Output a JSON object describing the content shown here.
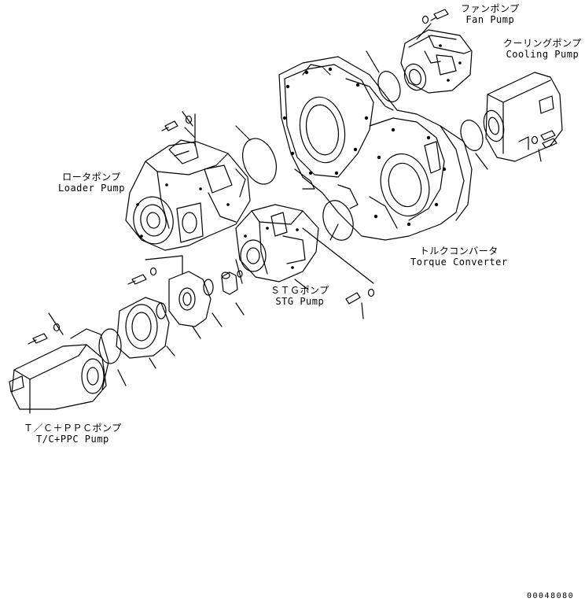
{
  "labels": {
    "fan_pump": {
      "jp": "ファンポンプ",
      "en": "Fan Pump"
    },
    "cooling_pump": {
      "jp": "クーリングポンプ",
      "en": "Cooling Pump"
    },
    "loader_pump": {
      "jp": "ロータポンプ",
      "en": "Loader Pump"
    },
    "torque_converter": {
      "jp": "トルクコンバータ",
      "en": "Torque Converter"
    },
    "stg_pump": {
      "jp": "ＳＴＧポンプ",
      "en": "STG Pump"
    },
    "tc_ppc_pump": {
      "jp": "Ｔ／Ｃ＋ＰＰＣポンプ",
      "en": "T/C+PPC Pump"
    }
  },
  "drawing_number": "00048080"
}
